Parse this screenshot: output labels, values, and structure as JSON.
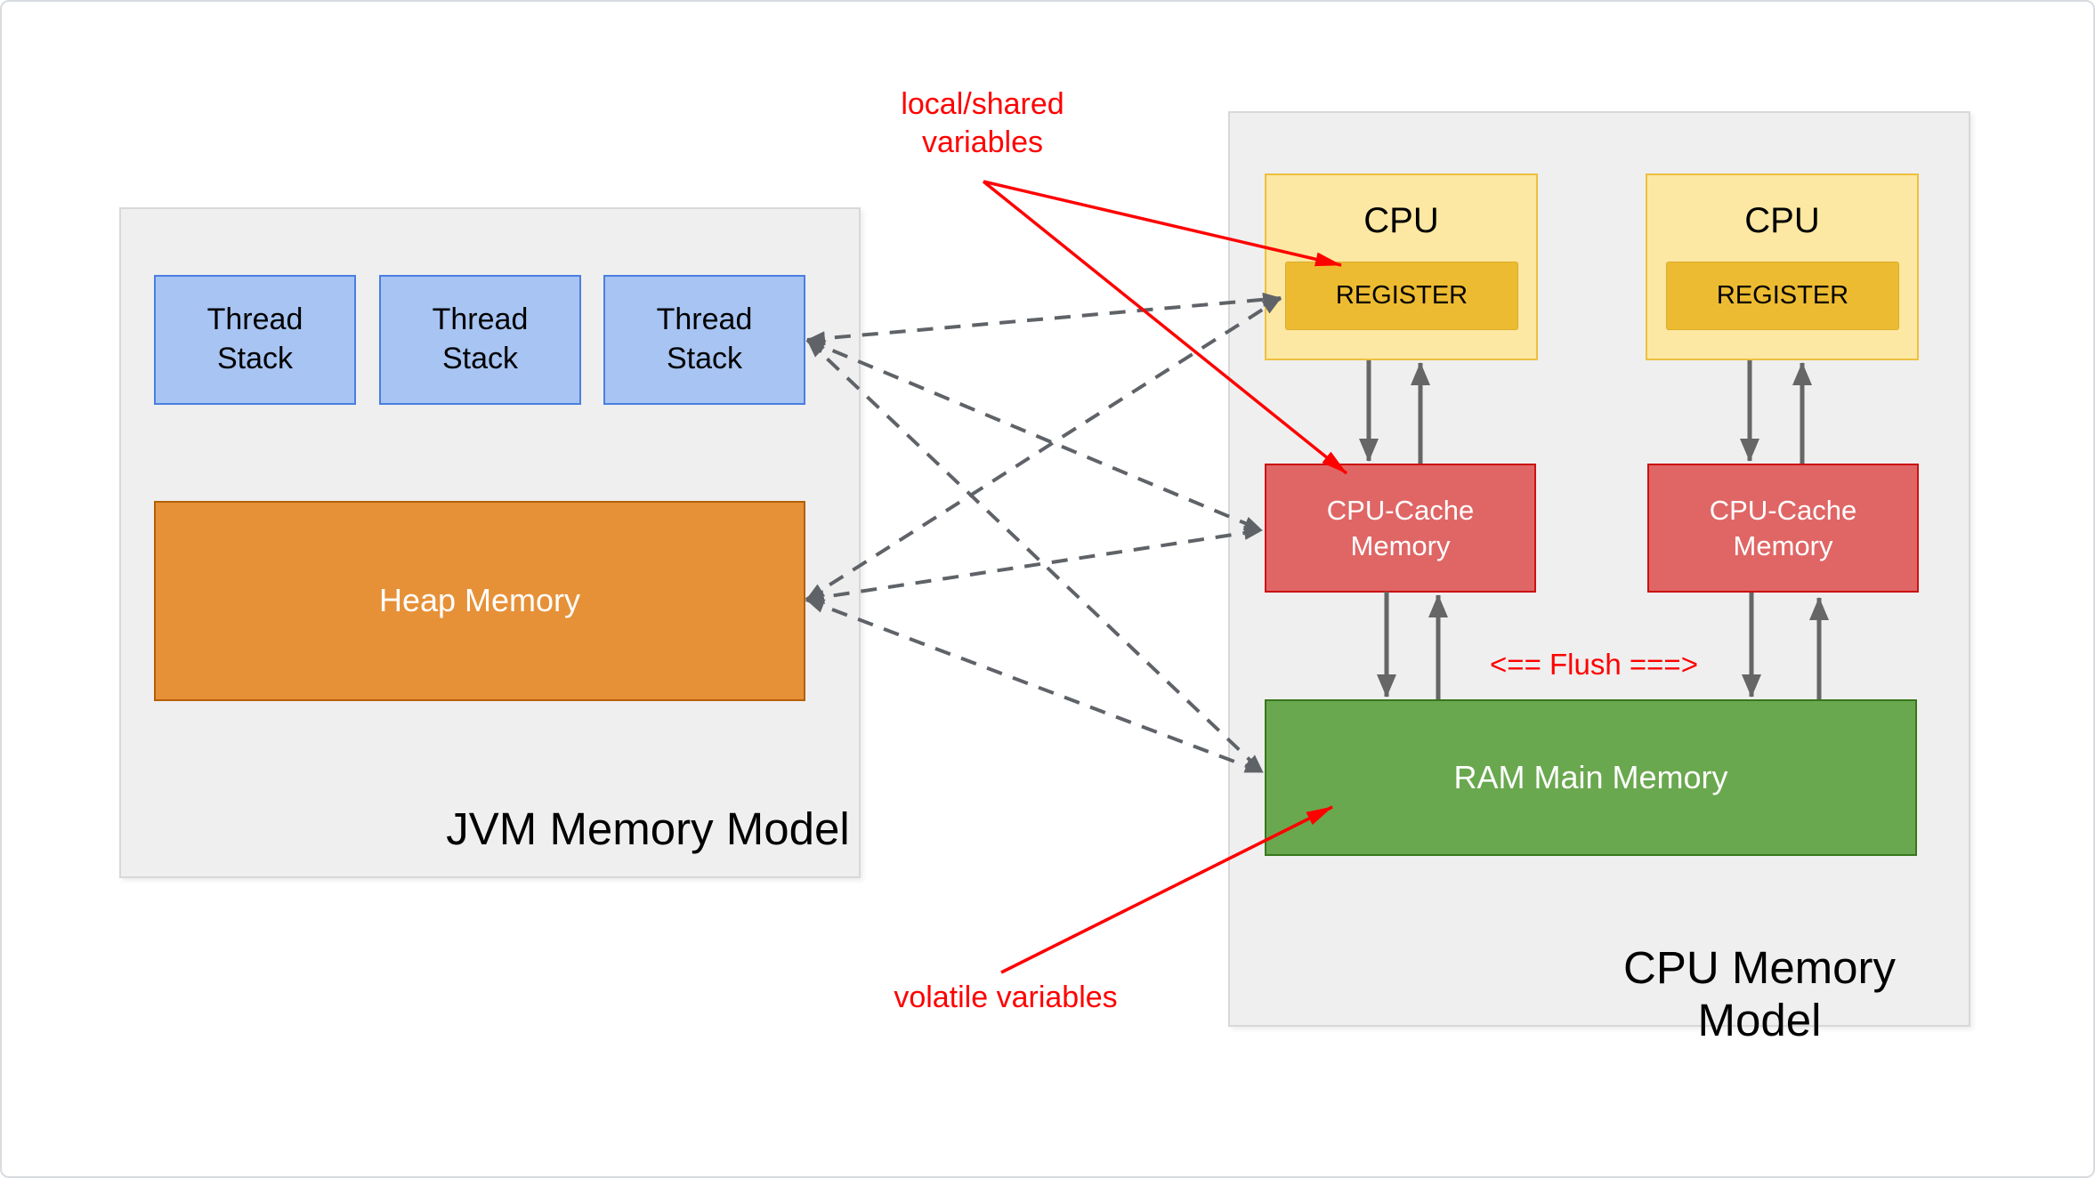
{
  "diagram": {
    "jvm": {
      "title": "JVM Memory Model",
      "thread_stack_label": "Thread\nStack",
      "heap_label": "Heap Memory"
    },
    "cpu": {
      "title": "CPU Memory Model",
      "cpu_label": "CPU",
      "register_label": "REGISTER",
      "cache_label": "CPU-Cache\nMemory",
      "ram_label": "RAM Main Memory",
      "flush_label": "<== Flush ===>"
    },
    "annotations": {
      "local_shared": "local/shared\nvariables",
      "volatile_vars": "volatile variables"
    },
    "connectors": {
      "dashed_bidirectional": [
        "thread-stack-3 <-> register-1",
        "thread-stack-3 <-> cpu-cache-1",
        "thread-stack-3 <-> ram-main-memory",
        "heap-memory <-> register-1",
        "heap-memory <-> cpu-cache-1",
        "heap-memory <-> ram-main-memory"
      ],
      "solid_vertical": [
        "cpu-1 -> cpu-cache-1",
        "cpu-cache-1 -> cpu-1",
        "cpu-cache-1 -> ram",
        "ram -> cpu-cache-1",
        "cpu-2 -> cpu-cache-2",
        "cpu-cache-2 -> cpu-2",
        "cpu-cache-2 -> ram",
        "ram -> cpu-cache-2"
      ],
      "red_arrows": [
        "local/shared variables -> register-1",
        "local/shared variables -> cpu-cache-1",
        "volatile variables -> ram-main-memory"
      ]
    },
    "colors": {
      "thread_fill": "#a7c4f2",
      "thread_border": "#4a7fe0",
      "heap_fill": "#e69138",
      "heap_border": "#b45f06",
      "cpu_fill": "#fce8a2",
      "cpu_border": "#eebf3f",
      "register_fill": "#edbb31",
      "cache_fill": "#e06666",
      "cache_border": "#cc1111",
      "ram_fill": "#6aa84f",
      "ram_border": "#38761d",
      "panel_fill": "#efefef",
      "panel_border": "#d8d8d8",
      "solid_arrow_gray": "#666666",
      "dashed_arrow_gray": "#5f6368",
      "annotation_red": "#fe0000"
    }
  }
}
